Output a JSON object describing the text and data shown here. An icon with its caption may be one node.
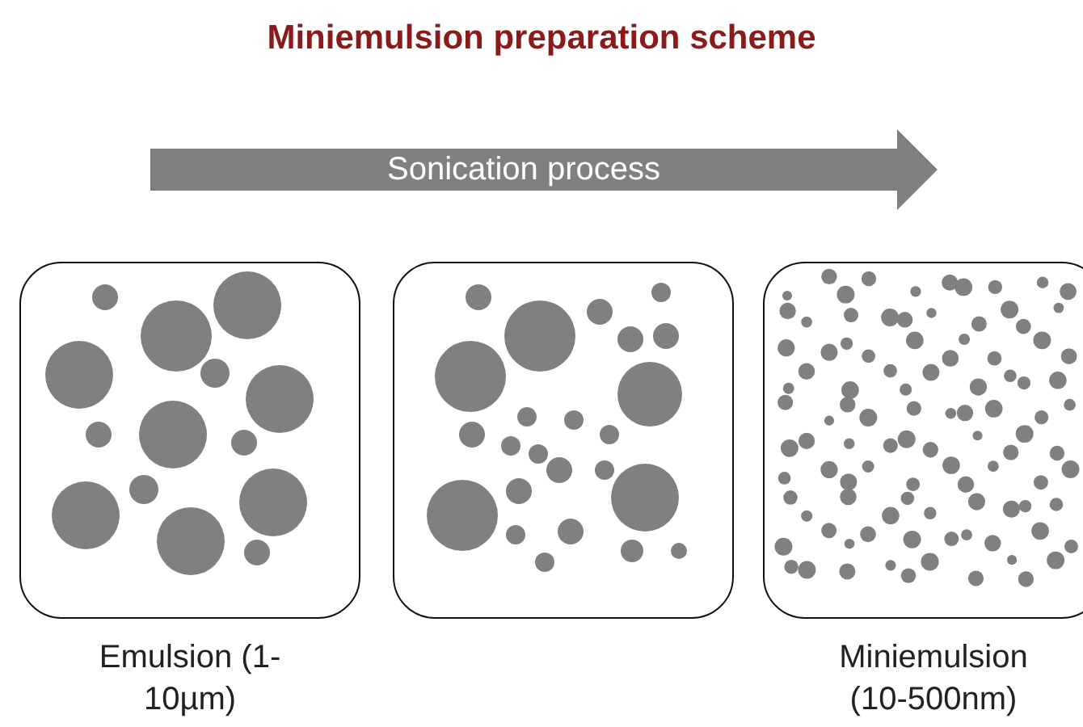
{
  "diagram": {
    "title": "Miniemulsion preparation scheme",
    "nodes": [
      {
        "text": [],
        "shape": "box",
        "beside": [
          "Emulsion (1-10µm)"
        ]
      },
      {
        "text": [],
        "shape": "box"
      },
      {
        "text": [],
        "shape": "box",
        "beside": [
          "Miniemulsion (10-500nm)"
        ]
      }
    ],
    "edges": [],
    "labels": [
      "Sonication process"
    ]
  }
}
